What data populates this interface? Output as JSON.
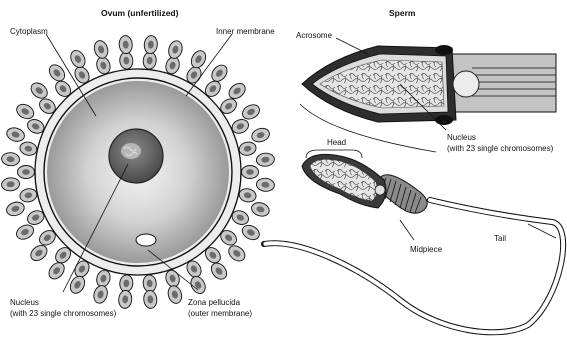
{
  "titles": {
    "ovum": "Ovum (unfertilized)",
    "sperm": "Sperm"
  },
  "labels": {
    "cytoplasm": "Cytoplasm",
    "inner_membrane": "Inner membrane",
    "ovum_nucleus_line1": "Nucleus",
    "ovum_nucleus_line2": "(with 23 single chromosomes)",
    "zona_line1": "Zona pellucida",
    "zona_line2": "(outer membrane)",
    "acrosome": "Acrosome",
    "sperm_nucleus_line1": "Nucleus",
    "sperm_nucleus_line2": "(with 23 single chromosomes)",
    "head": "Head",
    "midpiece": "Midpiece",
    "tail": "Tail"
  },
  "colors": {
    "ink": "#111111",
    "corona_cell": "#c9c9c9",
    "corona_nucleus": "#6b6b6b",
    "cytoplasm_light": "#e8e8e8",
    "cytoplasm_dark": "#9a9a9a",
    "nucleus_fill": "#5a5a5a",
    "sperm_head_outer": "#2e2e2e",
    "sperm_head_inner": "#dcdcdc"
  }
}
